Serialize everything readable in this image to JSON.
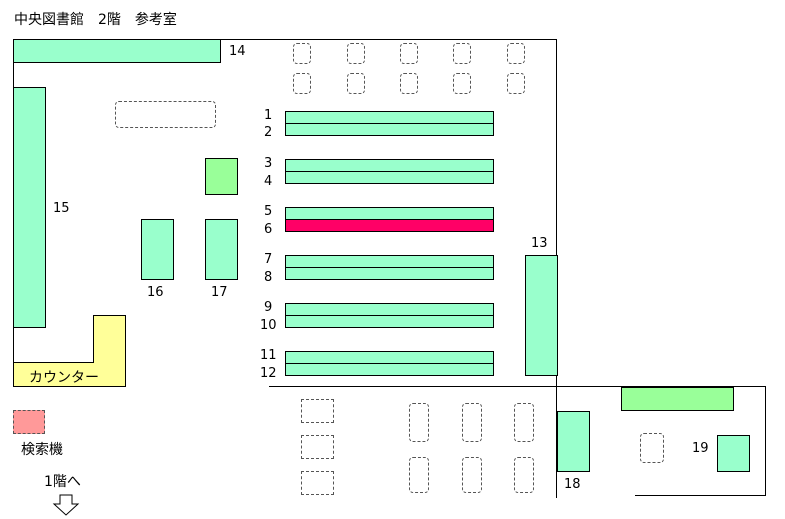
{
  "title": "中央図書館　2階　参考室",
  "counter_label": "カウンター",
  "kiosk_label": "検索機",
  "stairs_label": "1階へ",
  "highlighted_shelf": "6",
  "shelf_numbers": {
    "n1": "1",
    "n2": "2",
    "n3": "3",
    "n4": "4",
    "n5": "5",
    "n6": "6",
    "n7": "7",
    "n8": "8",
    "n9": "9",
    "n10": "10",
    "n11": "11",
    "n12": "12",
    "n13": "13",
    "n14": "14",
    "n15": "15",
    "n16": "16",
    "n17": "17",
    "n18": "18",
    "n19": "19"
  },
  "colors": {
    "shelf": "#99ffcc",
    "shelf_alt": "#99ff99",
    "highlight": "#ff0066",
    "counter": "#ffff99",
    "kiosk": "#ff9999"
  }
}
